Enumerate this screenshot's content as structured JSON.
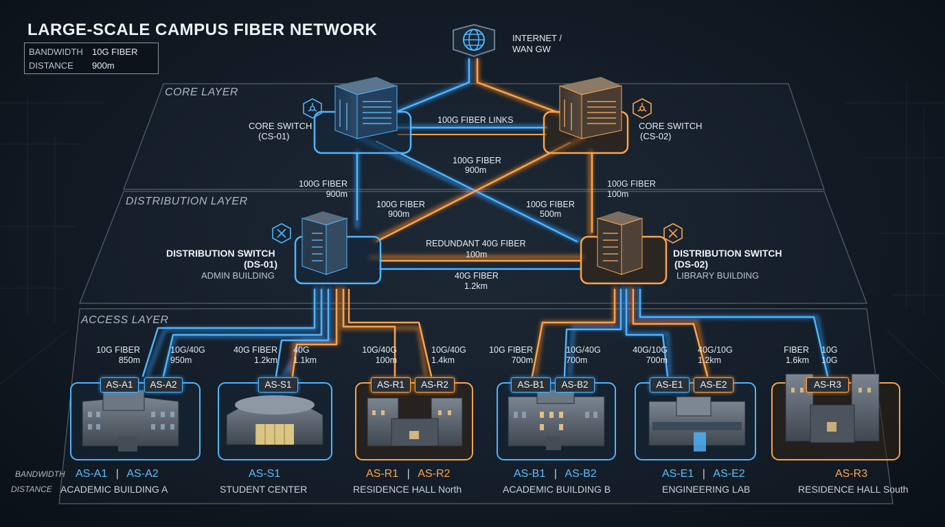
{
  "title": "LARGE-SCALE CAMPUS FIBER NETWORK",
  "legend": {
    "bandwidth_key": "BANDWIDTH",
    "bandwidth_val": "10G FIBER",
    "distance_key": "DISTANCE",
    "distance_val": "900m"
  },
  "internet": {
    "line1": "INTERNET /",
    "line2": "WAN GW"
  },
  "layers": {
    "core": "CORE LAYER",
    "distribution": "DISTRIBUTION LAYER",
    "access": "ACCESS LAYER"
  },
  "core": {
    "cs01_line1": "CORE SWITCH",
    "cs01_line2": "(CS-01)",
    "cs02_line1": "CORE SWITCH",
    "cs02_line2": "(CS-02)"
  },
  "distribution": {
    "ds01_line1": "DISTRIBUTION SWITCH",
    "ds01_line2": "(DS-01)",
    "ds01_sub": "ADMIN BUILDING",
    "ds02_line1": "DISTRIBUTION SWITCH",
    "ds02_line2": "(DS-02)",
    "ds02_sub": "LIBRARY BUILDING"
  },
  "links": {
    "core_core": "100G FIBER LINKS",
    "cross_top_1": "100G FIBER",
    "cross_top_2": "900m",
    "left_vert_1": "100G FIBER",
    "left_vert_2": "900m",
    "right_vert_1": "100G FIBER",
    "right_vert_2": "100m",
    "cross_l_1": "100G FIBER",
    "cross_l_2": "900m",
    "cross_r_1": "100G FIBER",
    "cross_r_2": "500m",
    "redundant_1": "REDUNDANT 40G FIBER",
    "redundant_2": "100m",
    "ds_ds_1": "40G FIBER",
    "ds_ds_2": "1.2km",
    "a1_1": "10G FIBER",
    "a1_2": "850m",
    "a2_1": "10G/40G",
    "a2_2": "950m",
    "s1a_1": "40G FIBER",
    "s1a_2": "1.2km",
    "s1b_1": "40G",
    "s1b_2": "1.1km",
    "r1_1": "10G/40G",
    "r1_2": "100m",
    "r2_1": "10G/40G",
    "r2_2": "1.4km",
    "b1_1": "10G FIBER",
    "b1_2": "700m",
    "b2_1": "10G/40G",
    "b2_2": "700m",
    "e1_1": "40G/10G",
    "e1_2": "700m",
    "e2_1": "40G/10G",
    "e2_2": "1.2km",
    "r3a_1": "FIBER",
    "r3a_2": "1.6km",
    "r3b_1": "10G",
    "r3b_2": "10G"
  },
  "tags": {
    "a1": "AS-A1",
    "a2": "AS-A2",
    "s1": "AS-S1",
    "r1": "AS-R1",
    "r2": "AS-R2",
    "b1": "AS-B1",
    "b2": "AS-B2",
    "e1": "AS-E1",
    "e2": "AS-E2",
    "r3": "AS-R3"
  },
  "bottom": {
    "bandwidth_key": "BANDWIDTH",
    "distance_key": "DISTANCE",
    "a_1": "AS-A1",
    "a_sep": "|",
    "a_2": "AS-A2",
    "a_sub": "ACADEMIC BUILDING A",
    "s_1": "AS-S1",
    "s_sub": "STUDENT CENTER",
    "r_1": "AS-R1",
    "r_sep": "|",
    "r_2": "AS-R2",
    "r_sub": "RESIDENCE HALL North",
    "b_1": "AS-B1",
    "b_sep": "|",
    "b_2": "AS-B2",
    "b_sub": "ACADEMIC BUILDING B",
    "e_1": "AS-E1",
    "e_sep": "|",
    "e_2": "AS-E2",
    "e_sub": "ENGINEERING LAB",
    "r3_1": "AS-R3",
    "r3_sub": "RESIDENCE HALL South"
  },
  "colors": {
    "blue": "#4fb6ff",
    "orange": "#ffa44a",
    "blue_glow": "#2f9dff",
    "orange_glow": "#ff8a1e"
  },
  "icons": [
    "globe-icon",
    "hub-icon",
    "server-rack-icon",
    "building-icon"
  ]
}
